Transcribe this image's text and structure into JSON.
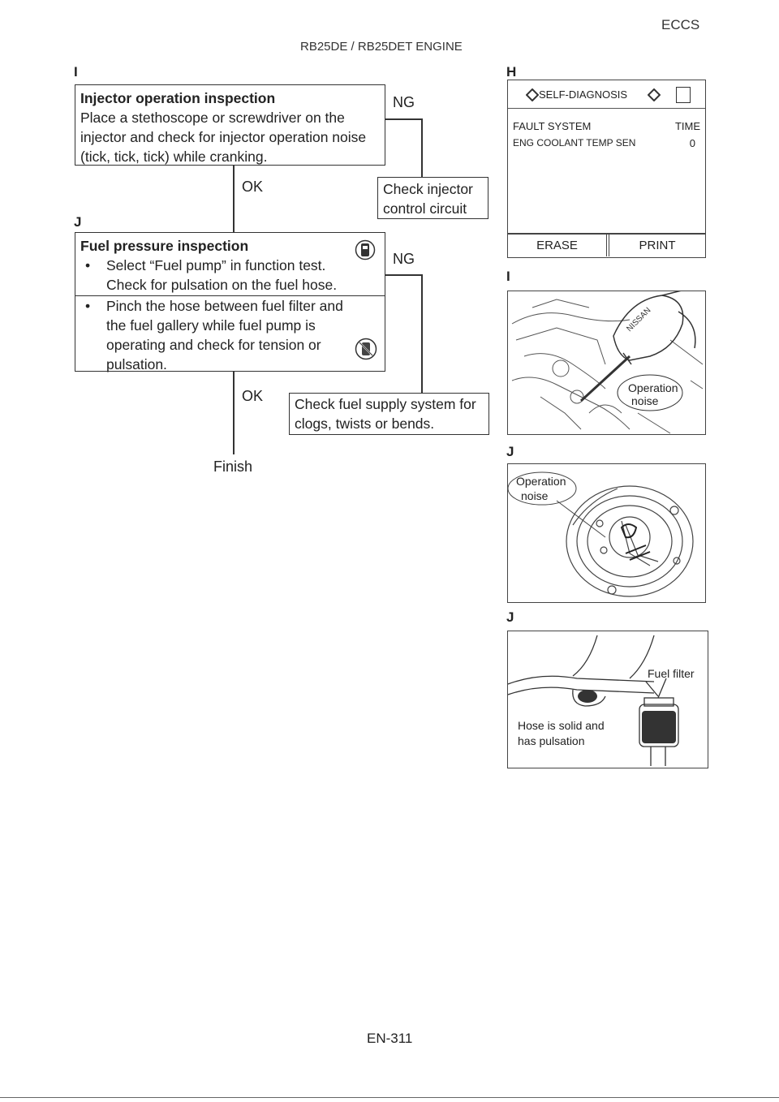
{
  "header": {
    "engine": "RB25DE / RB25DET ENGINE",
    "section": "ECCS",
    "page_number": "EN-311"
  },
  "flow": {
    "step_markers": {
      "first": "I",
      "second": "J"
    },
    "step1": {
      "title": "Injector operation inspection",
      "body": "Place a stethoscope or screwdriver on the injector and check for injector operation noise (tick, tick, tick) while cranking.",
      "ng_label": "NG",
      "ok_label": "OK",
      "ng_action": "Check injector control circuit"
    },
    "step2": {
      "title": "Fuel pressure inspection",
      "bullet1": "Select “Fuel pump” in function test. Check for pulsation on the fuel hose.",
      "bullet2": "Pinch the hose between fuel filter and the fuel gallery while fuel pump is operating and check for tension or pulsation.",
      "ng_label": "NG",
      "ok_label": "OK",
      "ng_action": "Check fuel supply system for clogs, twists or bends."
    },
    "finish": "Finish"
  },
  "figures": {
    "markers": {
      "h": "H",
      "i": "I",
      "j1": "J",
      "j2": "J"
    },
    "consult": {
      "title": "SELF-DIAGNOSIS",
      "col_system": "FAULT SYSTEM",
      "col_time": "TIME",
      "row_system": "ENG COOLANT TEMP SEN",
      "row_time": "0",
      "erase": "ERASE",
      "print": "PRINT"
    },
    "engine_fig": {
      "callout_line1": "Operation",
      "callout_line2": "noise",
      "brand": "NISSAN"
    },
    "pump_fig": {
      "callout_line1": "Operation",
      "callout_line2": "noise"
    },
    "filter_fig": {
      "filter_label": "Fuel filter",
      "hose_line1": "Hose is solid and",
      "hose_line2": "has pulsation"
    }
  }
}
